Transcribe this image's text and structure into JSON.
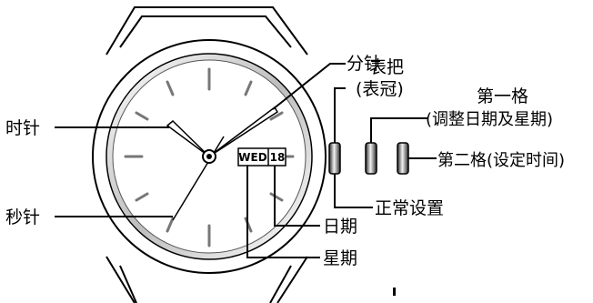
{
  "dial": {
    "day_text": "WED",
    "date_text": "18"
  },
  "labels": {
    "minute_hand": "分针",
    "crown_line1": "表把",
    "crown_line2": "(表冠)",
    "first_position_title": "第一格",
    "first_position_desc": "(调整日期及星期)",
    "hour_hand": "时针",
    "second_position": "第二格(设定时间)",
    "second_hand": "秒针",
    "normal_position": "正常设置",
    "date_label": "日期",
    "weekday_label": "星期"
  }
}
